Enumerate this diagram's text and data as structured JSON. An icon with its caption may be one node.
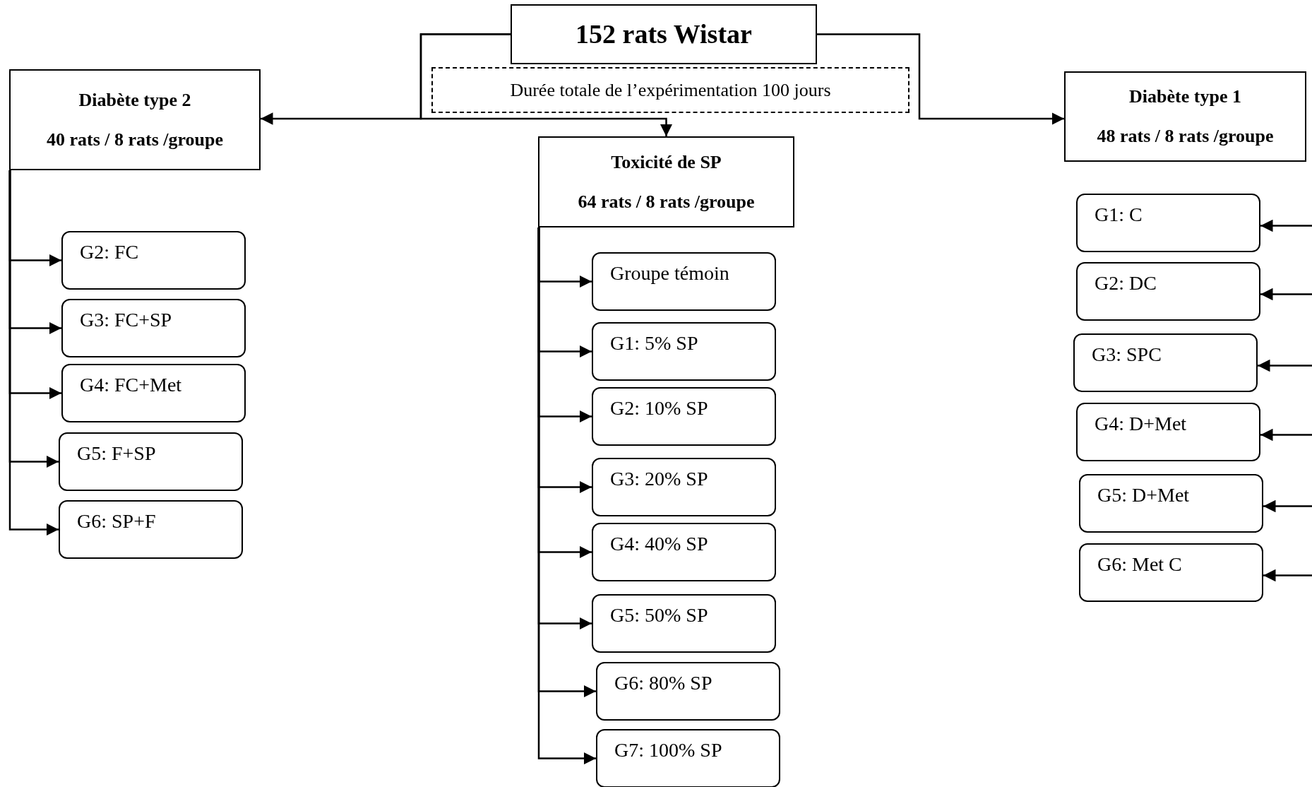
{
  "diagram": {
    "nodes": [
      {
        "text": [
          "152 rats Wistar"
        ]
      },
      {
        "text": [
          "Durée totale de l’expérimentation 100 jours"
        ]
      },
      {
        "text": [
          "Diabète type 2",
          "40 rats / 8 rats /groupe"
        ]
      },
      {
        "text": [
          "Toxicité de SP",
          "64 rats / 8 rats /groupe"
        ]
      },
      {
        "text": [
          "Diabète type 1",
          "48 rats / 8 rats /groupe"
        ]
      },
      {
        "text": [
          "G2: FC"
        ]
      },
      {
        "text": [
          "G3: FC+SP"
        ]
      },
      {
        "text": [
          "G4: FC+Met"
        ]
      },
      {
        "text": [
          "G5: F+SP"
        ]
      },
      {
        "text": [
          "G6: SP+F"
        ]
      },
      {
        "text": [
          "Groupe témoin"
        ]
      },
      {
        "text": [
          "G1: 5% SP"
        ]
      },
      {
        "text": [
          "G2: 10% SP"
        ]
      },
      {
        "text": [
          "G3: 20% SP"
        ]
      },
      {
        "text": [
          "G4: 40% SP"
        ]
      },
      {
        "text": [
          "G5: 50% SP"
        ]
      },
      {
        "text": [
          "G6: 80% SP"
        ]
      },
      {
        "text": [
          "G7: 100% SP"
        ]
      },
      {
        "text": [
          "G1: C"
        ]
      },
      {
        "text": [
          "G2: DC"
        ]
      },
      {
        "text": [
          "G3: SPC"
        ]
      },
      {
        "text": [
          "G4: D+Met"
        ]
      },
      {
        "text": [
          "G5: D+Met"
        ]
      },
      {
        "text": [
          "G6: Met C"
        ]
      }
    ],
    "edges": [
      {
        "from": 0,
        "to": 2,
        "arrow": "to"
      },
      {
        "from": 0,
        "to": 4,
        "arrow": "to"
      },
      {
        "from": 0,
        "to": 3,
        "arrow": "to"
      },
      {
        "from": 2,
        "to": 5,
        "arrow": "to"
      },
      {
        "from": 2,
        "to": 6,
        "arrow": "to"
      },
      {
        "from": 2,
        "to": 7,
        "arrow": "to"
      },
      {
        "from": 2,
        "to": 8,
        "arrow": "to"
      },
      {
        "from": 2,
        "to": 9,
        "arrow": "to"
      },
      {
        "from": 3,
        "to": 10,
        "arrow": "to"
      },
      {
        "from": 3,
        "to": 11,
        "arrow": "to"
      },
      {
        "from": 3,
        "to": 12,
        "arrow": "to"
      },
      {
        "from": 3,
        "to": 13,
        "arrow": "to"
      },
      {
        "from": 3,
        "to": 14,
        "arrow": "to"
      },
      {
        "from": 3,
        "to": 15,
        "arrow": "to"
      },
      {
        "from": 3,
        "to": 16,
        "arrow": "to"
      },
      {
        "from": 3,
        "to": 17,
        "arrow": "to"
      },
      {
        "from": null,
        "to": 18,
        "arrow": "to"
      },
      {
        "from": null,
        "to": 19,
        "arrow": "to"
      },
      {
        "from": null,
        "to": 20,
        "arrow": "to"
      },
      {
        "from": null,
        "to": 21,
        "arrow": "to"
      },
      {
        "from": null,
        "to": 22,
        "arrow": "to"
      },
      {
        "from": null,
        "to": 23,
        "arrow": "to"
      }
    ]
  }
}
